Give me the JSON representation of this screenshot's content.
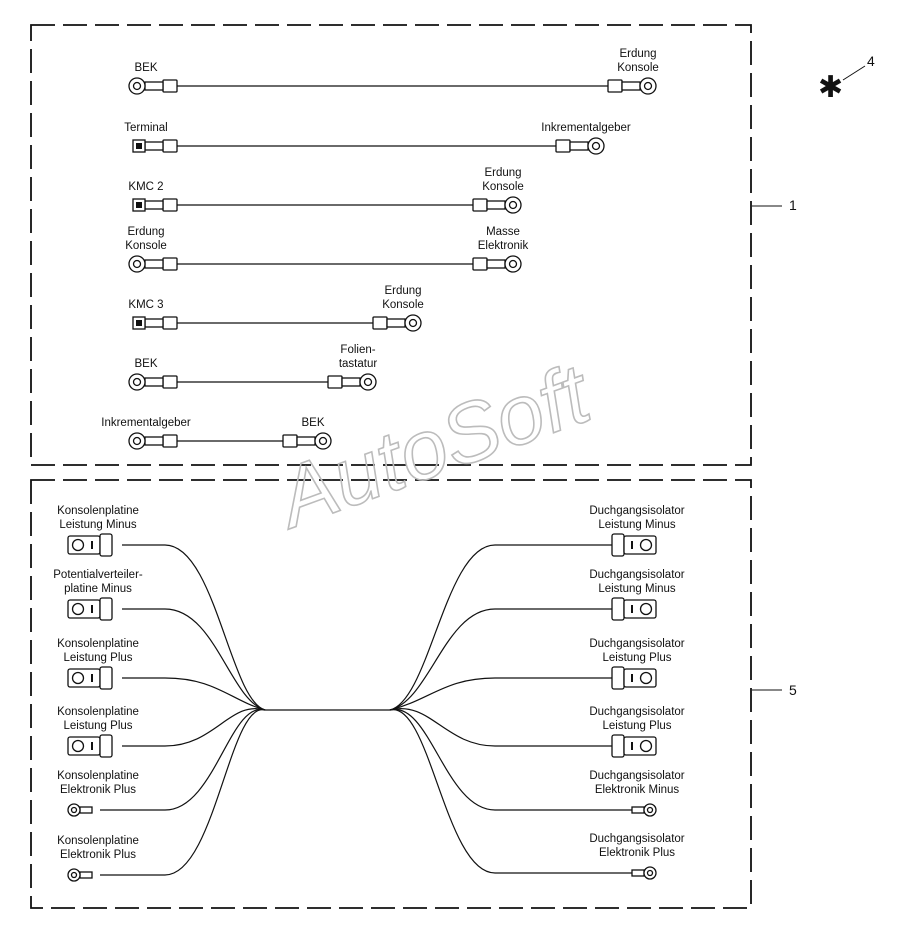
{
  "watermark": "AutoSoft",
  "asterisk_symbol": "✱",
  "callouts": {
    "group_1": "1",
    "group_4": "4",
    "group_5": "5"
  },
  "group1_cables": [
    {
      "left_label": [
        "BEK"
      ],
      "right_label": [
        "Erdung",
        "Konsole"
      ],
      "left_end": "ring",
      "right_end": "ring"
    },
    {
      "left_label": [
        "Terminal"
      ],
      "right_label": [
        "Inkrementalgeber"
      ],
      "left_end": "clip",
      "right_end": "ring"
    },
    {
      "left_label": [
        "KMC 2"
      ],
      "right_label": [
        "Erdung",
        "Konsole"
      ],
      "left_end": "clip",
      "right_end": "ring"
    },
    {
      "left_label": [
        "Erdung",
        "Konsole"
      ],
      "right_label": [
        "Masse",
        "Elektronik"
      ],
      "left_end": "ring",
      "right_end": "ring"
    },
    {
      "left_label": [
        "KMC 3"
      ],
      "right_label": [
        "Erdung",
        "Konsole"
      ],
      "left_end": "clip",
      "right_end": "ring"
    },
    {
      "left_label": [
        "BEK"
      ],
      "right_label": [
        "Folien-",
        "tastatur"
      ],
      "left_end": "ring",
      "right_end": "ring"
    },
    {
      "left_label": [
        "Inkrementalgeber"
      ],
      "right_label": [
        "BEK"
      ],
      "left_end": "ring",
      "right_end": "ring"
    }
  ],
  "group5_harness": {
    "left_branches": [
      {
        "label": [
          "Konsolenplatine",
          "Leistung Minus"
        ],
        "terminal": "large"
      },
      {
        "label": [
          "Potentialverteiler-",
          "platine Minus"
        ],
        "terminal": "large"
      },
      {
        "label": [
          "Konsolenplatine",
          "Leistung Plus"
        ],
        "terminal": "large"
      },
      {
        "label": [
          "Konsolenplatine",
          "Leistung Plus"
        ],
        "terminal": "large"
      },
      {
        "label": [
          "Konsolenplatine",
          "Elektronik Plus"
        ],
        "terminal": "small"
      },
      {
        "label": [
          "Konsolenplatine",
          "Elektronik Plus"
        ],
        "terminal": "small"
      }
    ],
    "right_branches": [
      {
        "label": [
          "Duchgangsisolator",
          "Leistung Minus"
        ],
        "terminal": "large"
      },
      {
        "label": [
          "Duchgangsisolator",
          "Leistung Minus"
        ],
        "terminal": "large"
      },
      {
        "label": [
          "Duchgangsisolator",
          "Leistung Plus"
        ],
        "terminal": "large"
      },
      {
        "label": [
          "Duchgangsisolator",
          "Leistung Plus"
        ],
        "terminal": "large"
      },
      {
        "label": [
          "Duchgangsisolator",
          "Elektronik Minus"
        ],
        "terminal": "small"
      },
      {
        "label": [
          "Duchgangsisolator",
          "Elektronik Plus"
        ],
        "terminal": "small"
      }
    ]
  }
}
